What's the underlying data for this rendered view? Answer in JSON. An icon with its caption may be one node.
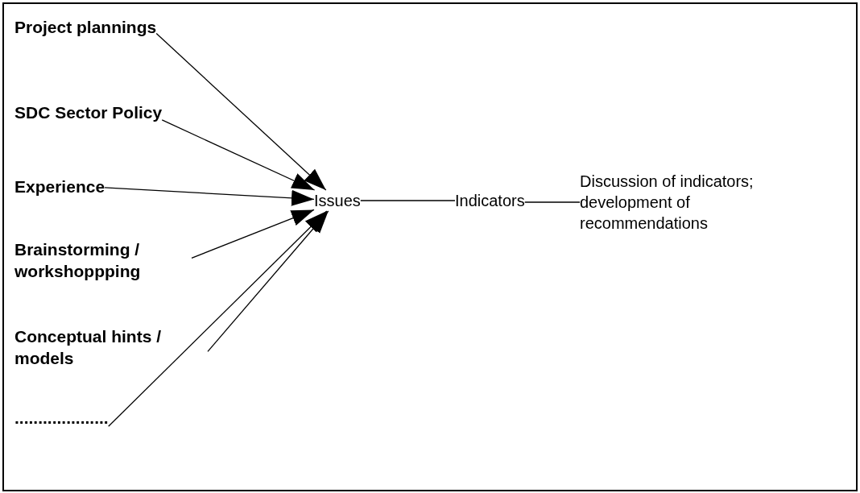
{
  "diagram": {
    "nodes": [
      {
        "text": [
          "Project plannings"
        ]
      },
      {
        "text": [
          "SDC Sector Policy"
        ]
      },
      {
        "text": [
          "Experience"
        ]
      },
      {
        "text": [
          "Brainstorming / workshoppping"
        ]
      },
      {
        "text": [
          "Conceptual hints / models"
        ]
      },
      {
        "text": [
          "...................."
        ]
      },
      {
        "text": [
          "Issues"
        ]
      },
      {
        "text": [
          "Indicators"
        ]
      },
      {
        "text": [
          "Discussion of indicators; development of recommendations"
        ]
      }
    ],
    "edges": [
      {
        "from": 0,
        "to": 6,
        "arrow": "to"
      },
      {
        "from": 1,
        "to": 6,
        "arrow": "to"
      },
      {
        "from": 2,
        "to": 6,
        "arrow": "to"
      },
      {
        "from": 3,
        "to": 6,
        "arrow": "to"
      },
      {
        "from": 4,
        "to": 6,
        "arrow": "to"
      },
      {
        "from": 5,
        "to": 6,
        "arrow": "to"
      },
      {
        "from": 6,
        "to": 7,
        "arrow": "none"
      },
      {
        "from": 7,
        "to": 8,
        "arrow": "none"
      }
    ]
  }
}
